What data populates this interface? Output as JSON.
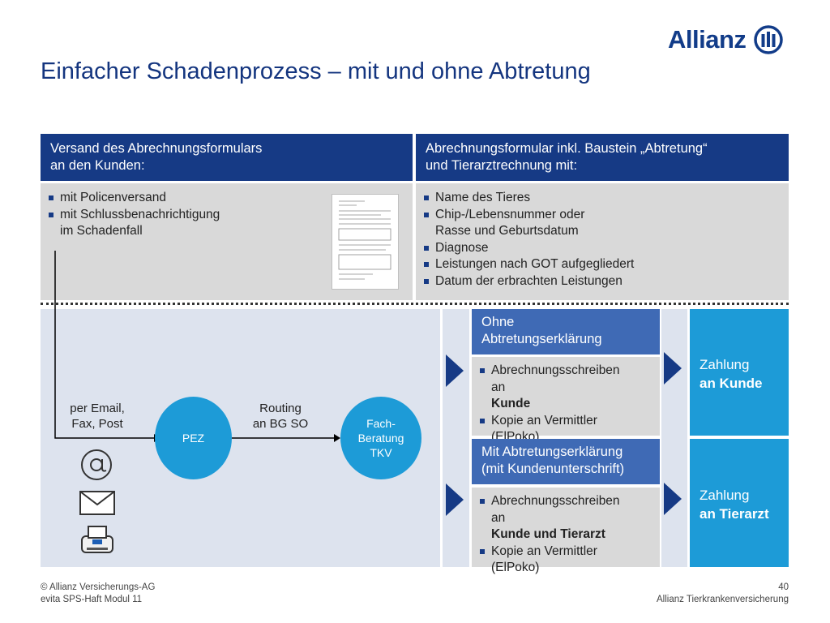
{
  "slide": {
    "title": "Einfacher Schadenprozess – mit und ohne Abtretung",
    "logo_text": "Allianz",
    "colors": {
      "dark_blue": "#163a85",
      "light_blue": "#1d9bd7",
      "mid_blue": "#3f6ab5",
      "gray": "#d9d9d9"
    }
  },
  "left_header": {
    "line1": "Versand des Abrechnungsformulars",
    "line2": "an den Kunden:"
  },
  "left_items": [
    {
      "line1": "mit Policenversand",
      "line2": ""
    },
    {
      "line1": "mit Schlussbenachrichtigung",
      "line2": "im Schadenfall"
    }
  ],
  "right_header": {
    "line1": "Abrechnungsformular inkl. Baustein „Abtretung“",
    "line2": "und Tierarztrechnung mit:"
  },
  "right_items": [
    {
      "line1": "Name des Tieres",
      "line2": ""
    },
    {
      "line1": "Chip-/Lebensnummer oder",
      "line2": "Rasse und Geburtsdatum"
    },
    {
      "line1": "Diagnose",
      "line2": ""
    },
    {
      "line1": "Leistungen nach GOT aufgegliedert",
      "line2": ""
    },
    {
      "line1": "Datum der erbrachten Leistungen",
      "line2": ""
    }
  ],
  "flow": {
    "channel_label": {
      "line1": "per Email,",
      "line2": "Fax, Post"
    },
    "pez": "PEZ",
    "routing_label": {
      "line1": "Routing",
      "line2": "an BG SO"
    },
    "fach": {
      "line1": "Fach-",
      "line2": "Beratung",
      "line3": "TKV"
    },
    "channel_icons": [
      "at-sign-icon",
      "envelope-icon",
      "fax-icon"
    ]
  },
  "ohne": {
    "header": {
      "line1": "Ohne",
      "line2": "Abtretungserklärung"
    },
    "item1": {
      "line1": "Abrechnungsschreiben",
      "line2_pre": "an ",
      "line2_bold": "Kunde"
    },
    "item2": {
      "line1": "Kopie an Vermittler",
      "line2": "(ElPoko)"
    },
    "payment": {
      "line1": "Zahlung",
      "line2": "an Kunde"
    }
  },
  "mit": {
    "header": {
      "line1": "Mit Abtretungserklärung",
      "line2": "(mit Kundenunterschrift)"
    },
    "item1": {
      "line1": "Abrechnungsschreiben",
      "line2_pre": "an ",
      "line2_bold": "Kunde und Tierarzt"
    },
    "item2": {
      "line1": "Kopie an Vermittler",
      "line2": "(ElPoko)"
    },
    "payment": {
      "line1": "Zahlung",
      "line2": "an Tierarzt"
    }
  },
  "footer": {
    "copyright": "© Allianz Versicherungs-AG",
    "module": "evita SPS-Haft Modul 11",
    "page": "40",
    "org": "Allianz Tierkrankenversicherung"
  }
}
